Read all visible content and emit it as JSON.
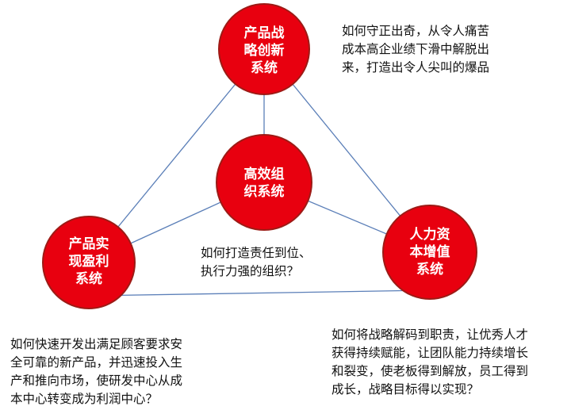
{
  "colors": {
    "node_fill": "#e8000f",
    "node_stroke": "#9d1b16",
    "connector": "#5b7fb8"
  },
  "nodes": {
    "top": "产品战\n略创新\n系统",
    "center": "高效组\n织系统",
    "left": "产品实\n现盈利\n系统",
    "right": "人力资\n本增值\n系统"
  },
  "notes": {
    "top": "如何守正出奇，从令人痛苦\n成本高企业绩下滑中解脱出\n来，打造出令人尖叫的爆品",
    "center": "如何打造责任到位、\n执行力强的组织？",
    "left": "如何快速开发出满足顾客要求安\n全可靠的新产品，并迅速投入生\n产和推向市场，使研发中心从成\n本中心转变成为利润中心？",
    "right": "如何将战略解码到职责，让优秀人才\n获得持续赋能，让团队能力持续增长\n和裂变，使老板得到解放，员工得到\n成长，战略目标得以实现？"
  }
}
